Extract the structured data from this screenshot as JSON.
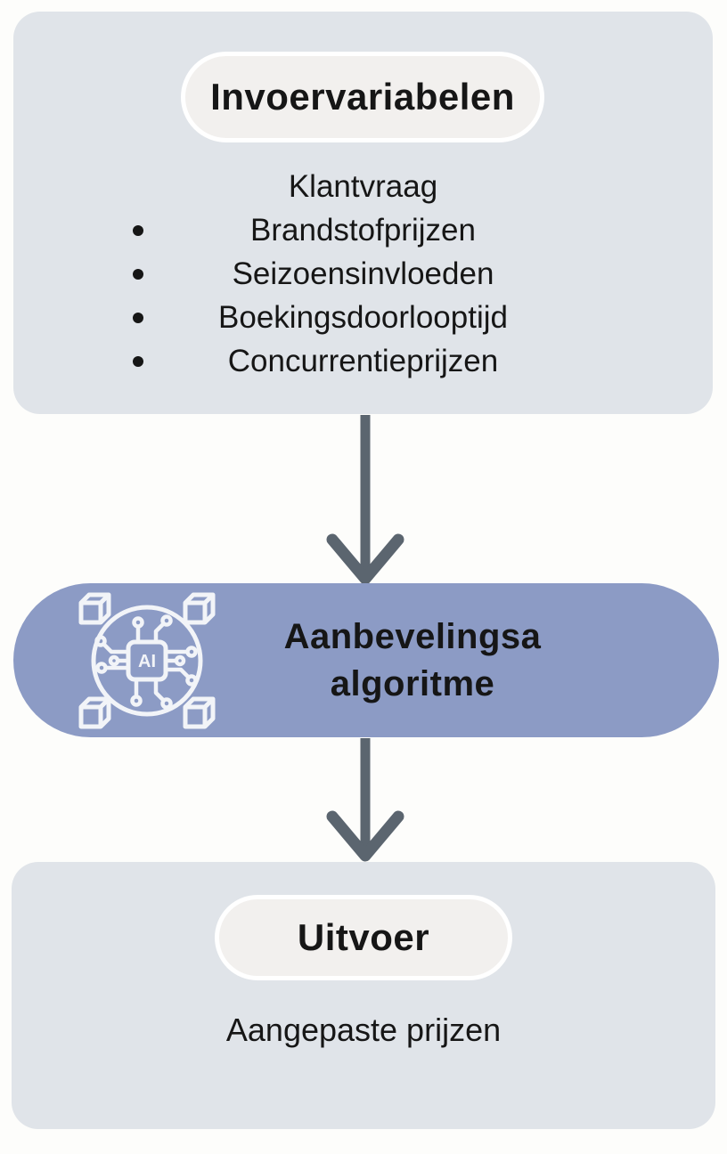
{
  "diagram": {
    "input_box": {
      "title": "Invoervariabelen",
      "items": [
        {
          "label": "Klantvraag",
          "bullet": false
        },
        {
          "label": "Brandstofprijzen",
          "bullet": true
        },
        {
          "label": "Seizoensinvloeden",
          "bullet": true
        },
        {
          "label": "Boekingsdoorlooptijd",
          "bullet": true
        },
        {
          "label": "Concurrentieprijzen",
          "bullet": true
        }
      ]
    },
    "algorithm_box": {
      "title_line1": "Aanbevelingsa",
      "title_line2": "algoritme",
      "icon": "ai-chip-icon",
      "icon_label": "AI"
    },
    "output_box": {
      "title": "Uitvoer",
      "result": "Aangepaste prijzen"
    },
    "colors": {
      "page_bg": "#fdfdfb",
      "box_bg": "#e0e4e9",
      "pill_bg": "#f2f0ee",
      "pill_border": "#ffffff",
      "algorithm_bg": "#8c9bc5",
      "arrow": "#5b656f",
      "text_dark": "#161616",
      "icon_stroke": "#f2f4f8"
    }
  }
}
